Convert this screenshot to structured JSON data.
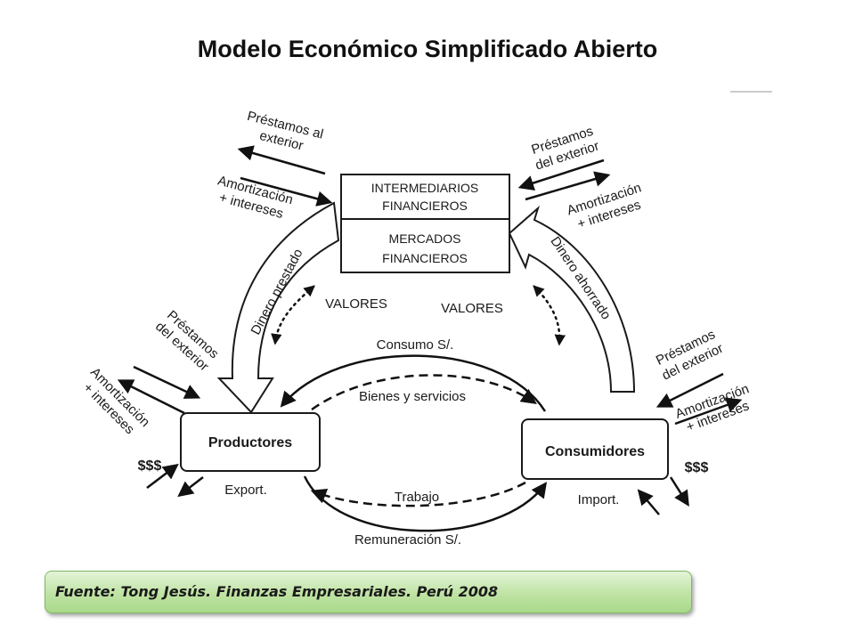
{
  "title": "Modelo Económico Simplificado Abierto",
  "intermediarios": [
    "INTERMEDIARIOS",
    "FINANCIEROS"
  ],
  "mercados": [
    "MERCADOS",
    "FINANCIEROS"
  ],
  "productores": "Productores",
  "consumidores": "Consumidores",
  "labels": {
    "prestamos_al_exterior": [
      "Préstamos al",
      "exterior"
    ],
    "amort_left_top": [
      "Amortización",
      "+ intereses"
    ],
    "prestamos_del_exterior_top": [
      "Préstamos",
      "del exterior"
    ],
    "amort_right_top": [
      "Amortización",
      "+ intereses"
    ],
    "dinero_prestado": "Dinero prestado",
    "dinero_ahorrado": "Dinero ahorrado",
    "valores_left": "VALORES",
    "valores_right": "VALORES",
    "consumo": "Consumo S/.",
    "bienes": "Bienes y servicios",
    "trabajo": "Trabajo",
    "remuneracion": "Remuneración S/.",
    "prestamos_del_exterior_left": [
      "Préstamos",
      "del exterior"
    ],
    "amort_left_bottom": [
      "Amortización",
      "+ intereses"
    ],
    "prestamos_del_exterior_right": [
      "Préstamos",
      "del exterior"
    ],
    "amort_right_bottom": [
      "Amortización",
      "+ intereses"
    ],
    "dollars_left": "$$$",
    "dollars_right": "$$$",
    "export": "Export.",
    "import": "Import."
  },
  "source": "Fuente: Tong Jesús.  Finanzas Empresariales.  Perú 2008"
}
